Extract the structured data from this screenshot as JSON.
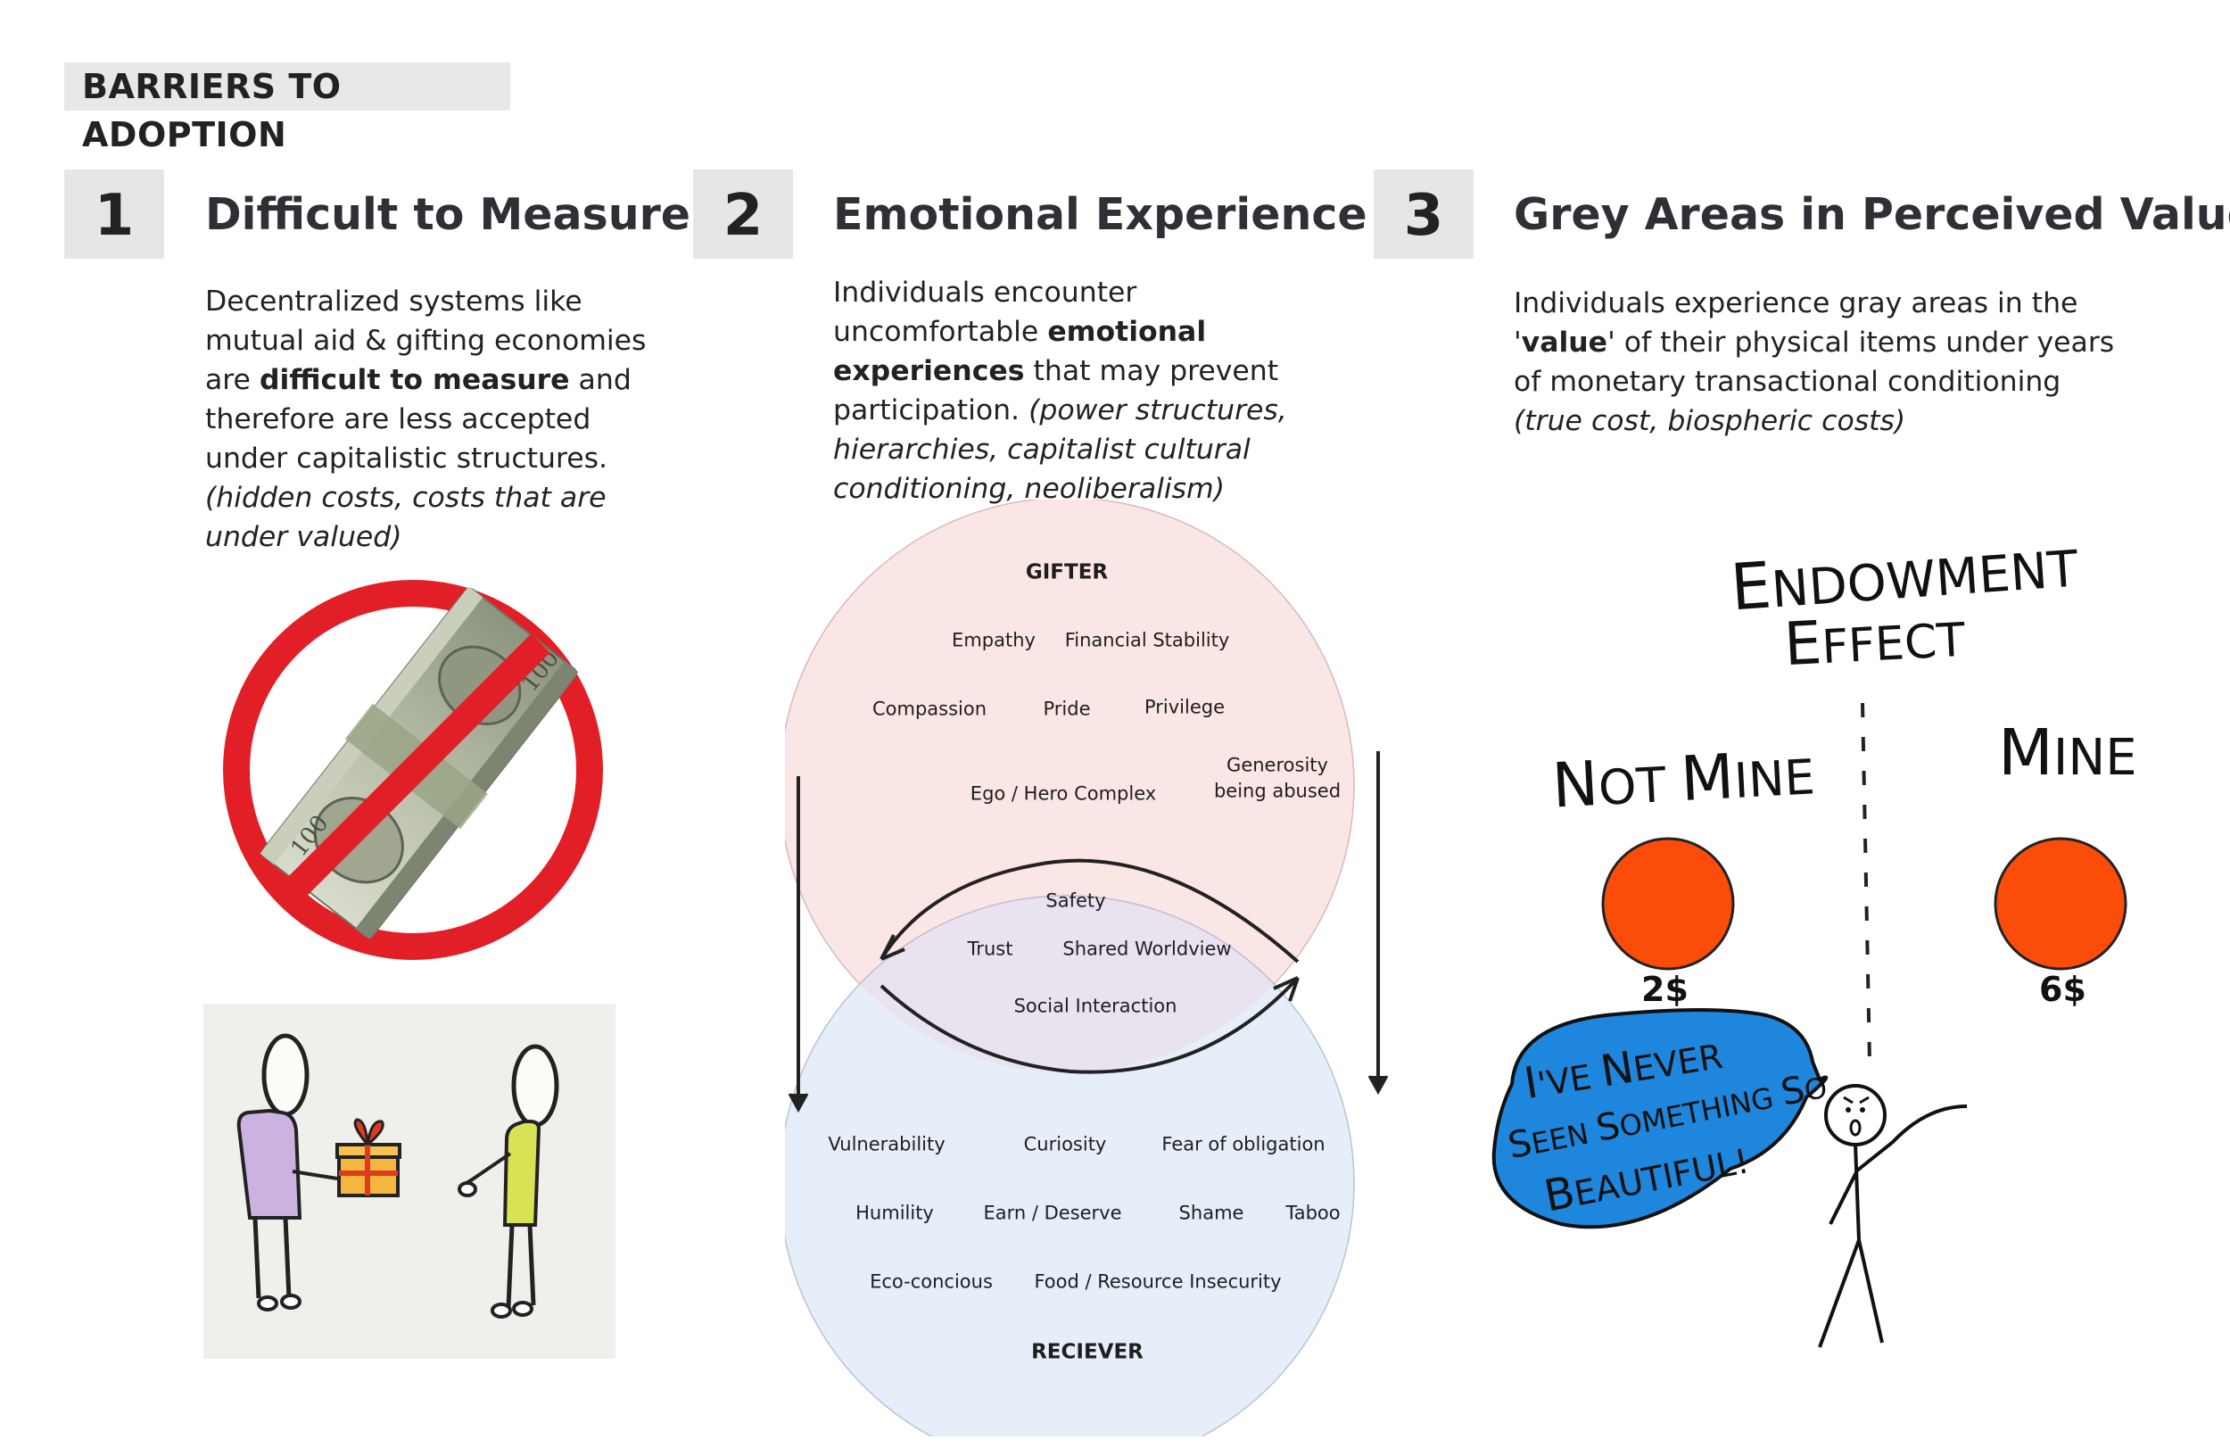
{
  "header": {
    "tag": "BARRIERS TO ADOPTION"
  },
  "sections": [
    {
      "number": "1",
      "title": "Difficult to Measure",
      "body": [
        {
          "t": "Decentralized systems like mutual aid & gifting economies are ",
          "s": "normal"
        },
        {
          "t": "difficult to measure",
          "s": "bold"
        },
        {
          "t": " and therefore are less accepted under capitalistic structures. ",
          "s": "normal"
        },
        {
          "t": "(hidden costs, costs that are under valued)",
          "s": "italic"
        }
      ],
      "images": [
        "no-money-icon",
        "gift-exchange-illustration"
      ]
    },
    {
      "number": "2",
      "title": "Emotional Experience",
      "body": [
        {
          "t": "Individuals encounter uncomfortable ",
          "s": "normal"
        },
        {
          "t": "emotional experiences",
          "s": "bold"
        },
        {
          "t": " that may prevent participation. ",
          "s": "normal"
        },
        {
          "t": "(power structures, hierarchies, capitalist cultural conditioning, neoliberalism)",
          "s": "italic"
        }
      ]
    },
    {
      "number": "3",
      "title": "Grey Areas in Perceived Value",
      "body": [
        {
          "t": "Individuals experience gray areas in the '",
          "s": "normal"
        },
        {
          "t": "value",
          "s": "bold"
        },
        {
          "t": "' of their physical items under years of monetary transactional conditioning ",
          "s": "normal"
        },
        {
          "t": "(true cost, biospheric costs)",
          "s": "italic"
        }
      ]
    }
  ],
  "venn": {
    "gifter": {
      "title": "GIFTER",
      "items": [
        "Empathy",
        "Financial Stability",
        "Compassion",
        "Pride",
        "Privilege",
        "Ego / Hero Complex",
        "Generosity",
        "being abused"
      ]
    },
    "overlap": {
      "items": [
        "Safety",
        "Trust",
        "Shared Worldview",
        "Social Interaction"
      ]
    },
    "reciever": {
      "title": "RECIEVER",
      "items": [
        "Vulnerability",
        "Curiosity",
        "Fear of obligation",
        "Humility",
        "Earn / Deserve",
        "Shame",
        "Taboo",
        "Eco-concious",
        "Food / Resource Insecurity"
      ]
    },
    "colors": {
      "gifter": "#fbe6e6",
      "reciever": "#e6eefa",
      "overlap": "#e9e3ef"
    }
  },
  "endowment": {
    "title_line1": "Endowment",
    "title_line2": "Effect",
    "left_label": "Not Mine",
    "right_label": "Mine",
    "left_price": "2$",
    "right_price": "6$",
    "speech": [
      "I've Never",
      "Seen Something So",
      "Beautiful!"
    ],
    "colors": {
      "ball": "#fc4c0a",
      "bubble": "#1e86dd"
    }
  }
}
